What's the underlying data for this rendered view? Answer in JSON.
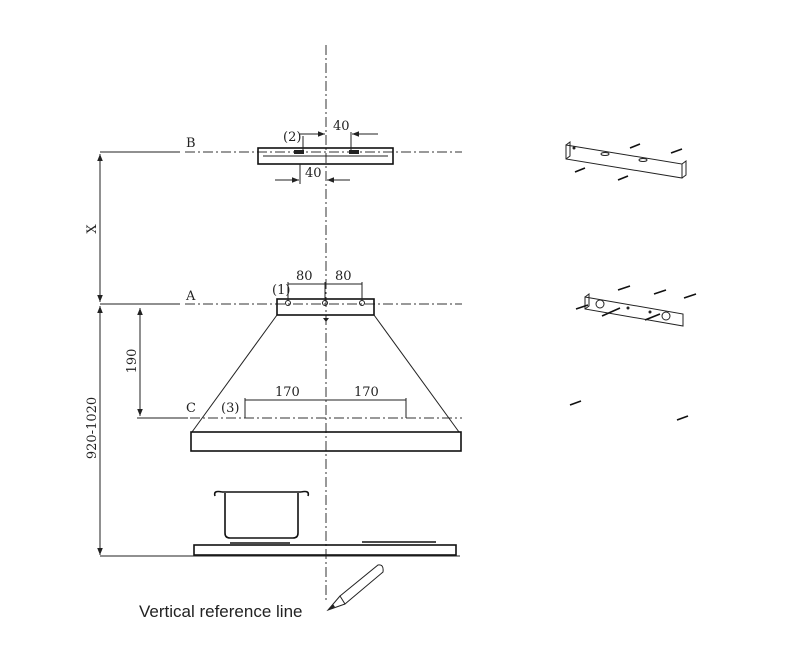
{
  "labels": {
    "point_b": "B",
    "point_a": "A",
    "point_c": "C",
    "callout_1": "(1)",
    "callout_2": "(2)",
    "callout_3": "(3)",
    "dim_top_40": "40",
    "dim_bottom_40": "40",
    "dim_80_left": "80",
    "dim_80_right": "80",
    "dim_170_left": "170",
    "dim_170_right": "170",
    "dim_x": "X",
    "dim_190": "190",
    "dim_920_1020": "920-1020"
  },
  "caption": "Vertical reference line"
}
